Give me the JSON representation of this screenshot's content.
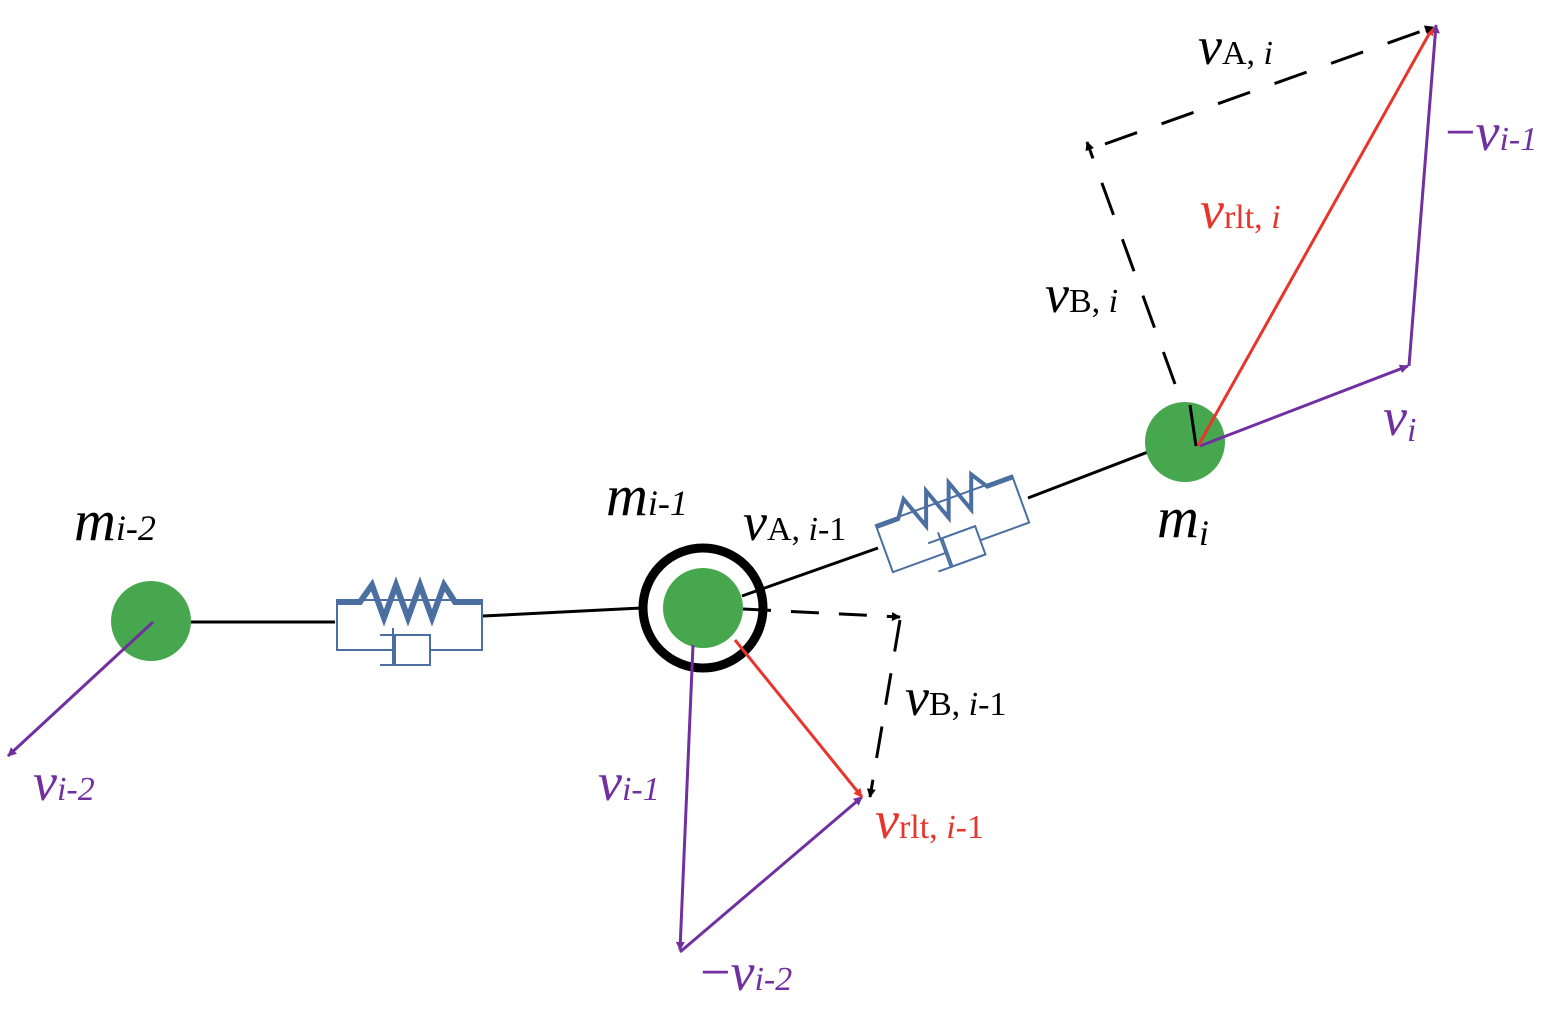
{
  "colors": {
    "purple": "#70309f",
    "red": "#e8352b",
    "black": "#000000",
    "green": "#46a74e",
    "spring": "#4a6fa0"
  },
  "masses": {
    "m_i2": {
      "base": "m",
      "sub": "i-2"
    },
    "m_i1": {
      "base": "m",
      "sub": "i-1"
    },
    "m_i": {
      "base": "m",
      "sub": "i"
    }
  },
  "labels": {
    "v_i2": {
      "base": "v",
      "sub": "i-2"
    },
    "v_i1": {
      "base": "v",
      "sub": "i-1"
    },
    "neg_v_i2": {
      "prefix": "−",
      "base": "v",
      "sub": "i-2"
    },
    "v_rlt_i1": {
      "base": "v",
      "sub": "rlt, ",
      "subvar": "i",
      "subtail": "-1"
    },
    "v_B_i1": {
      "base": "v",
      "sub": "B, ",
      "subvar": "i",
      "subtail": "-1"
    },
    "v_A_i1": {
      "base": "v",
      "sub": "A, ",
      "subvar": "i",
      "subtail": "-1"
    },
    "v_i": {
      "base": "v",
      "sub": "i"
    },
    "neg_v_i1": {
      "prefix": "−",
      "base": "v",
      "sub": "i-1"
    },
    "v_rlt_i": {
      "base": "v",
      "sub": "rlt, ",
      "subvar": "i",
      "subtail": ""
    },
    "v_B_i": {
      "base": "v",
      "sub": "B, ",
      "subvar": "i",
      "subtail": ""
    },
    "v_A_i": {
      "base": "v",
      "sub": "A, ",
      "subvar": "i",
      "subtail": ""
    }
  }
}
